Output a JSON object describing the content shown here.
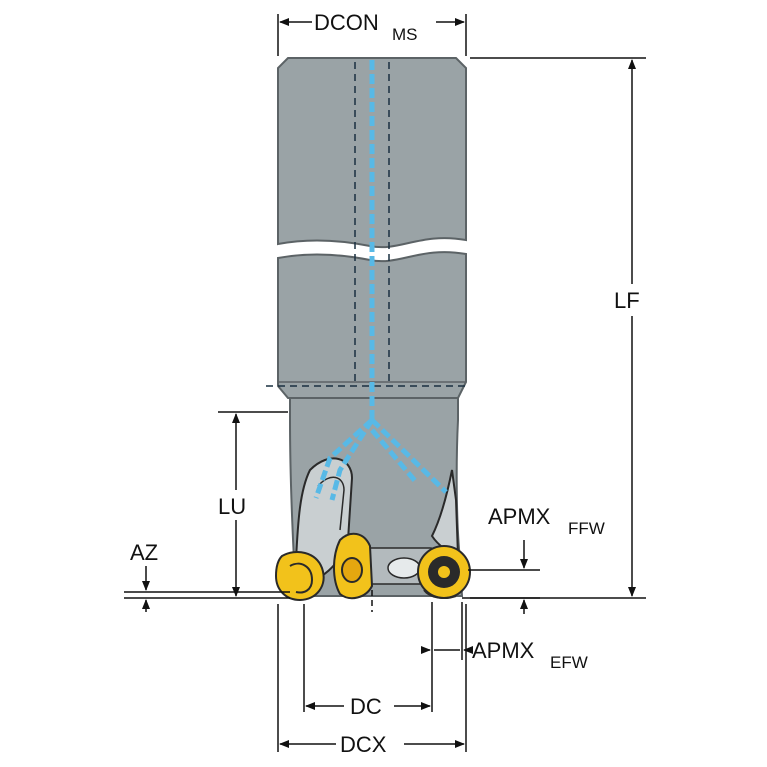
{
  "labels": {
    "dcon": "DCON",
    "dcon_sub": "MS",
    "lf": "LF",
    "lu": "LU",
    "az": "AZ",
    "apmx_ffw": "APMX",
    "apmx_ffw_sub": "FFW",
    "apmx_efw": "APMX",
    "apmx_efw_sub": "EFW",
    "dc": "DC",
    "dcx": "DCX"
  },
  "colors": {
    "body": "#9aa3a6",
    "body_edge": "#5c6366",
    "line": "#111111",
    "coolant": "#58b9e6",
    "insert": "#f2c21b",
    "insert_dark": "#2a2a2a"
  }
}
